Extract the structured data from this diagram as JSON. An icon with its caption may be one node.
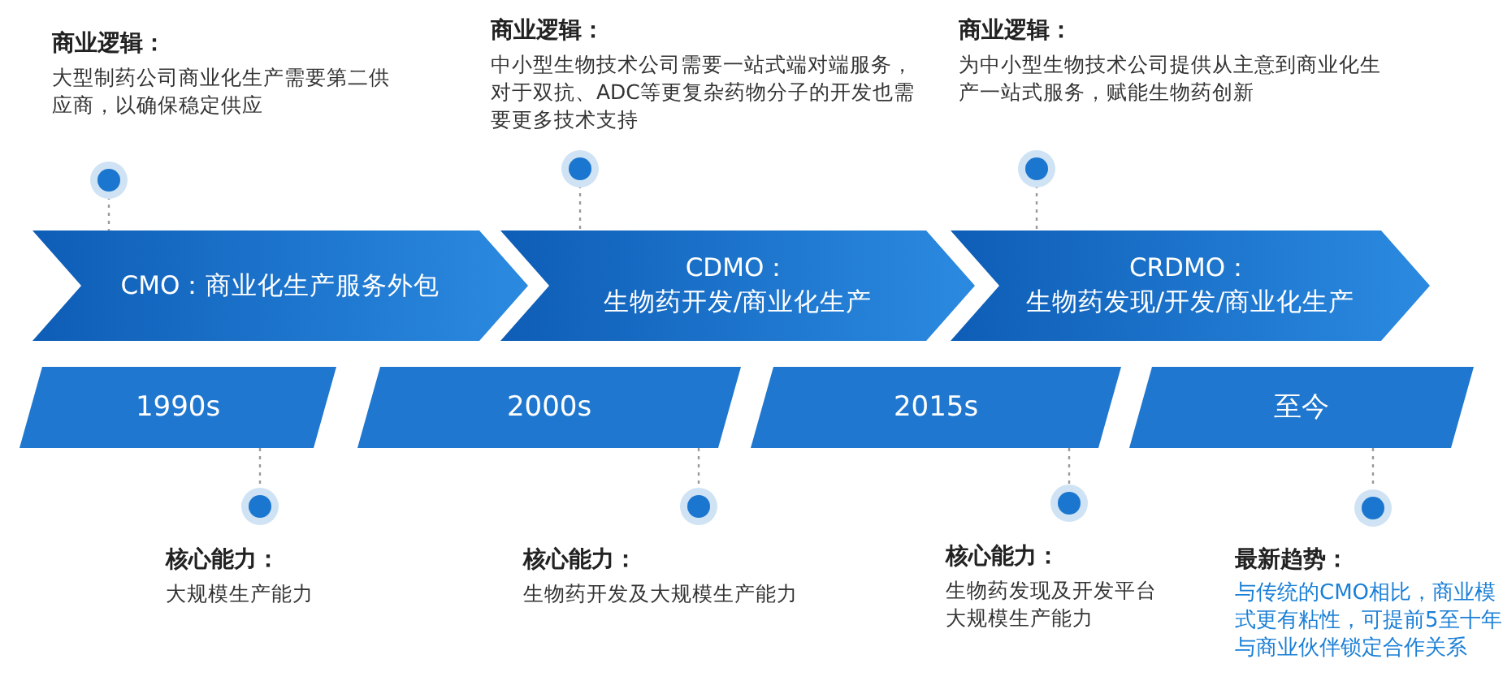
{
  "diagram": {
    "nodes": [
      {
        "text": [],
        "shape": "circle",
        "beside": [
          "商业逻辑：",
          "大型制药公司商业化生产需要第二供应商，以确保稳定供应"
        ]
      },
      {
        "text": [],
        "shape": "circle",
        "beside": [
          "商业逻辑：",
          "中小型生物技术公司需要一站式端对端服务，对于双抗、ADC等更复杂药物分子的开发也需要更多技术支持"
        ]
      },
      {
        "text": [],
        "shape": "circle",
        "beside": [
          "商业逻辑：",
          "为中小型生物技术公司提供从主意到商业化生产一站式服务，赋能生物药创新"
        ]
      },
      {
        "text": [
          "CMO：商业化生产服务外包"
        ]
      },
      {
        "text": [
          "CDMO：",
          "生物药开发/商业化生产"
        ]
      },
      {
        "text": [
          "CRDMO：",
          "生物药发现/开发/商业化生产"
        ]
      },
      {
        "text": [
          "1990s"
        ]
      },
      {
        "text": [
          "2000s"
        ]
      },
      {
        "text": [
          "2015s"
        ]
      },
      {
        "text": [
          "至今"
        ]
      },
      {
        "text": [],
        "shape": "circle",
        "beside": [
          "核心能力：",
          "大规模生产能力"
        ]
      },
      {
        "text": [],
        "shape": "circle",
        "beside": [
          "核心能力：",
          "生物药开发及大规模生产能力"
        ]
      },
      {
        "text": [],
        "shape": "circle",
        "beside": [
          "核心能力：",
          "生物药发现及开发平台",
          "大规模生产能力"
        ]
      },
      {
        "text": [],
        "shape": "circle",
        "beside": [
          "最新趋势：",
          "与传统的CMO相比，商业模式更有粘性，可提前5至十年与商业伙伴锁定合作关系"
        ]
      }
    ],
    "edges": [
      {
        "from": 0,
        "to": 3,
        "arrow": "none",
        "style": "dashed"
      },
      {
        "from": 1,
        "to": 4,
        "arrow": "none",
        "style": "dashed"
      },
      {
        "from": 2,
        "to": 5,
        "arrow": "none",
        "style": "dashed"
      },
      {
        "from": 6,
        "to": 10,
        "arrow": "none",
        "style": "dashed"
      },
      {
        "from": 7,
        "to": 11,
        "arrow": "none",
        "style": "dashed"
      },
      {
        "from": 8,
        "to": 12,
        "arrow": "none",
        "style": "dashed"
      },
      {
        "from": 9,
        "to": 13,
        "arrow": "none",
        "style": "dashed"
      }
    ]
  }
}
